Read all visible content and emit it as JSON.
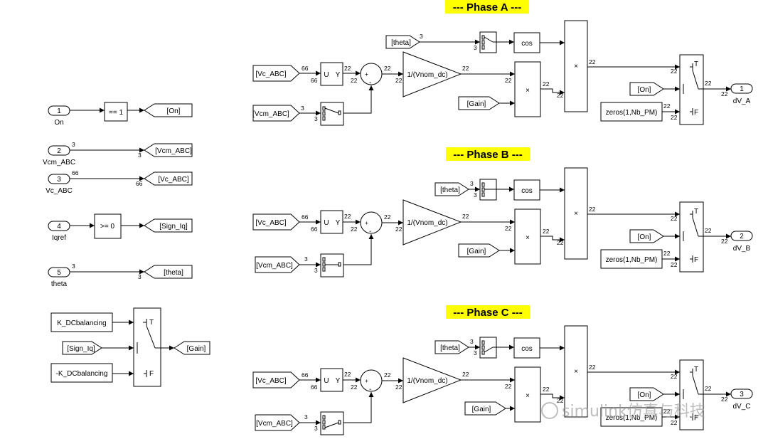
{
  "phases": {
    "a": "--- Phase A ---",
    "b": "--- Phase B ---",
    "c": "--- Phase C ---"
  },
  "inports": [
    {
      "num": "1",
      "name": "On"
    },
    {
      "num": "2",
      "name": "Vcm_ABC"
    },
    {
      "num": "3",
      "name": "Vc_ABC"
    },
    {
      "num": "4",
      "name": "Iqref"
    },
    {
      "num": "5",
      "name": "theta"
    }
  ],
  "outports": [
    {
      "num": "1",
      "name": "dV_A"
    },
    {
      "num": "2",
      "name": "dV_B"
    },
    {
      "num": "3",
      "name": "dV_C"
    }
  ],
  "tags": {
    "on": "[On]",
    "vcm": "[Vcm_ABC]",
    "vc": "[Vc_ABC]",
    "sign": "[Sign_Iq]",
    "theta": "[theta]",
    "gain": "[Gain]"
  },
  "blocks": {
    "eq1": "== 1",
    "ge0": ">= 0",
    "cos": "cos",
    "gain": "1/(Vnom_dc)",
    "zeros": "zeros(1,Nb_PM)",
    "kdc": "K_DCbalancing",
    "kdc_neg": "-K_DCbalancing",
    "times": "×",
    "u": "U",
    "y": "Y",
    "plus": "+",
    "minus": "-",
    "t": "T",
    "f": "F"
  },
  "dims": {
    "d3": "3",
    "d66": "66",
    "d22": "22"
  },
  "watermark": "simulink仿真与科技"
}
